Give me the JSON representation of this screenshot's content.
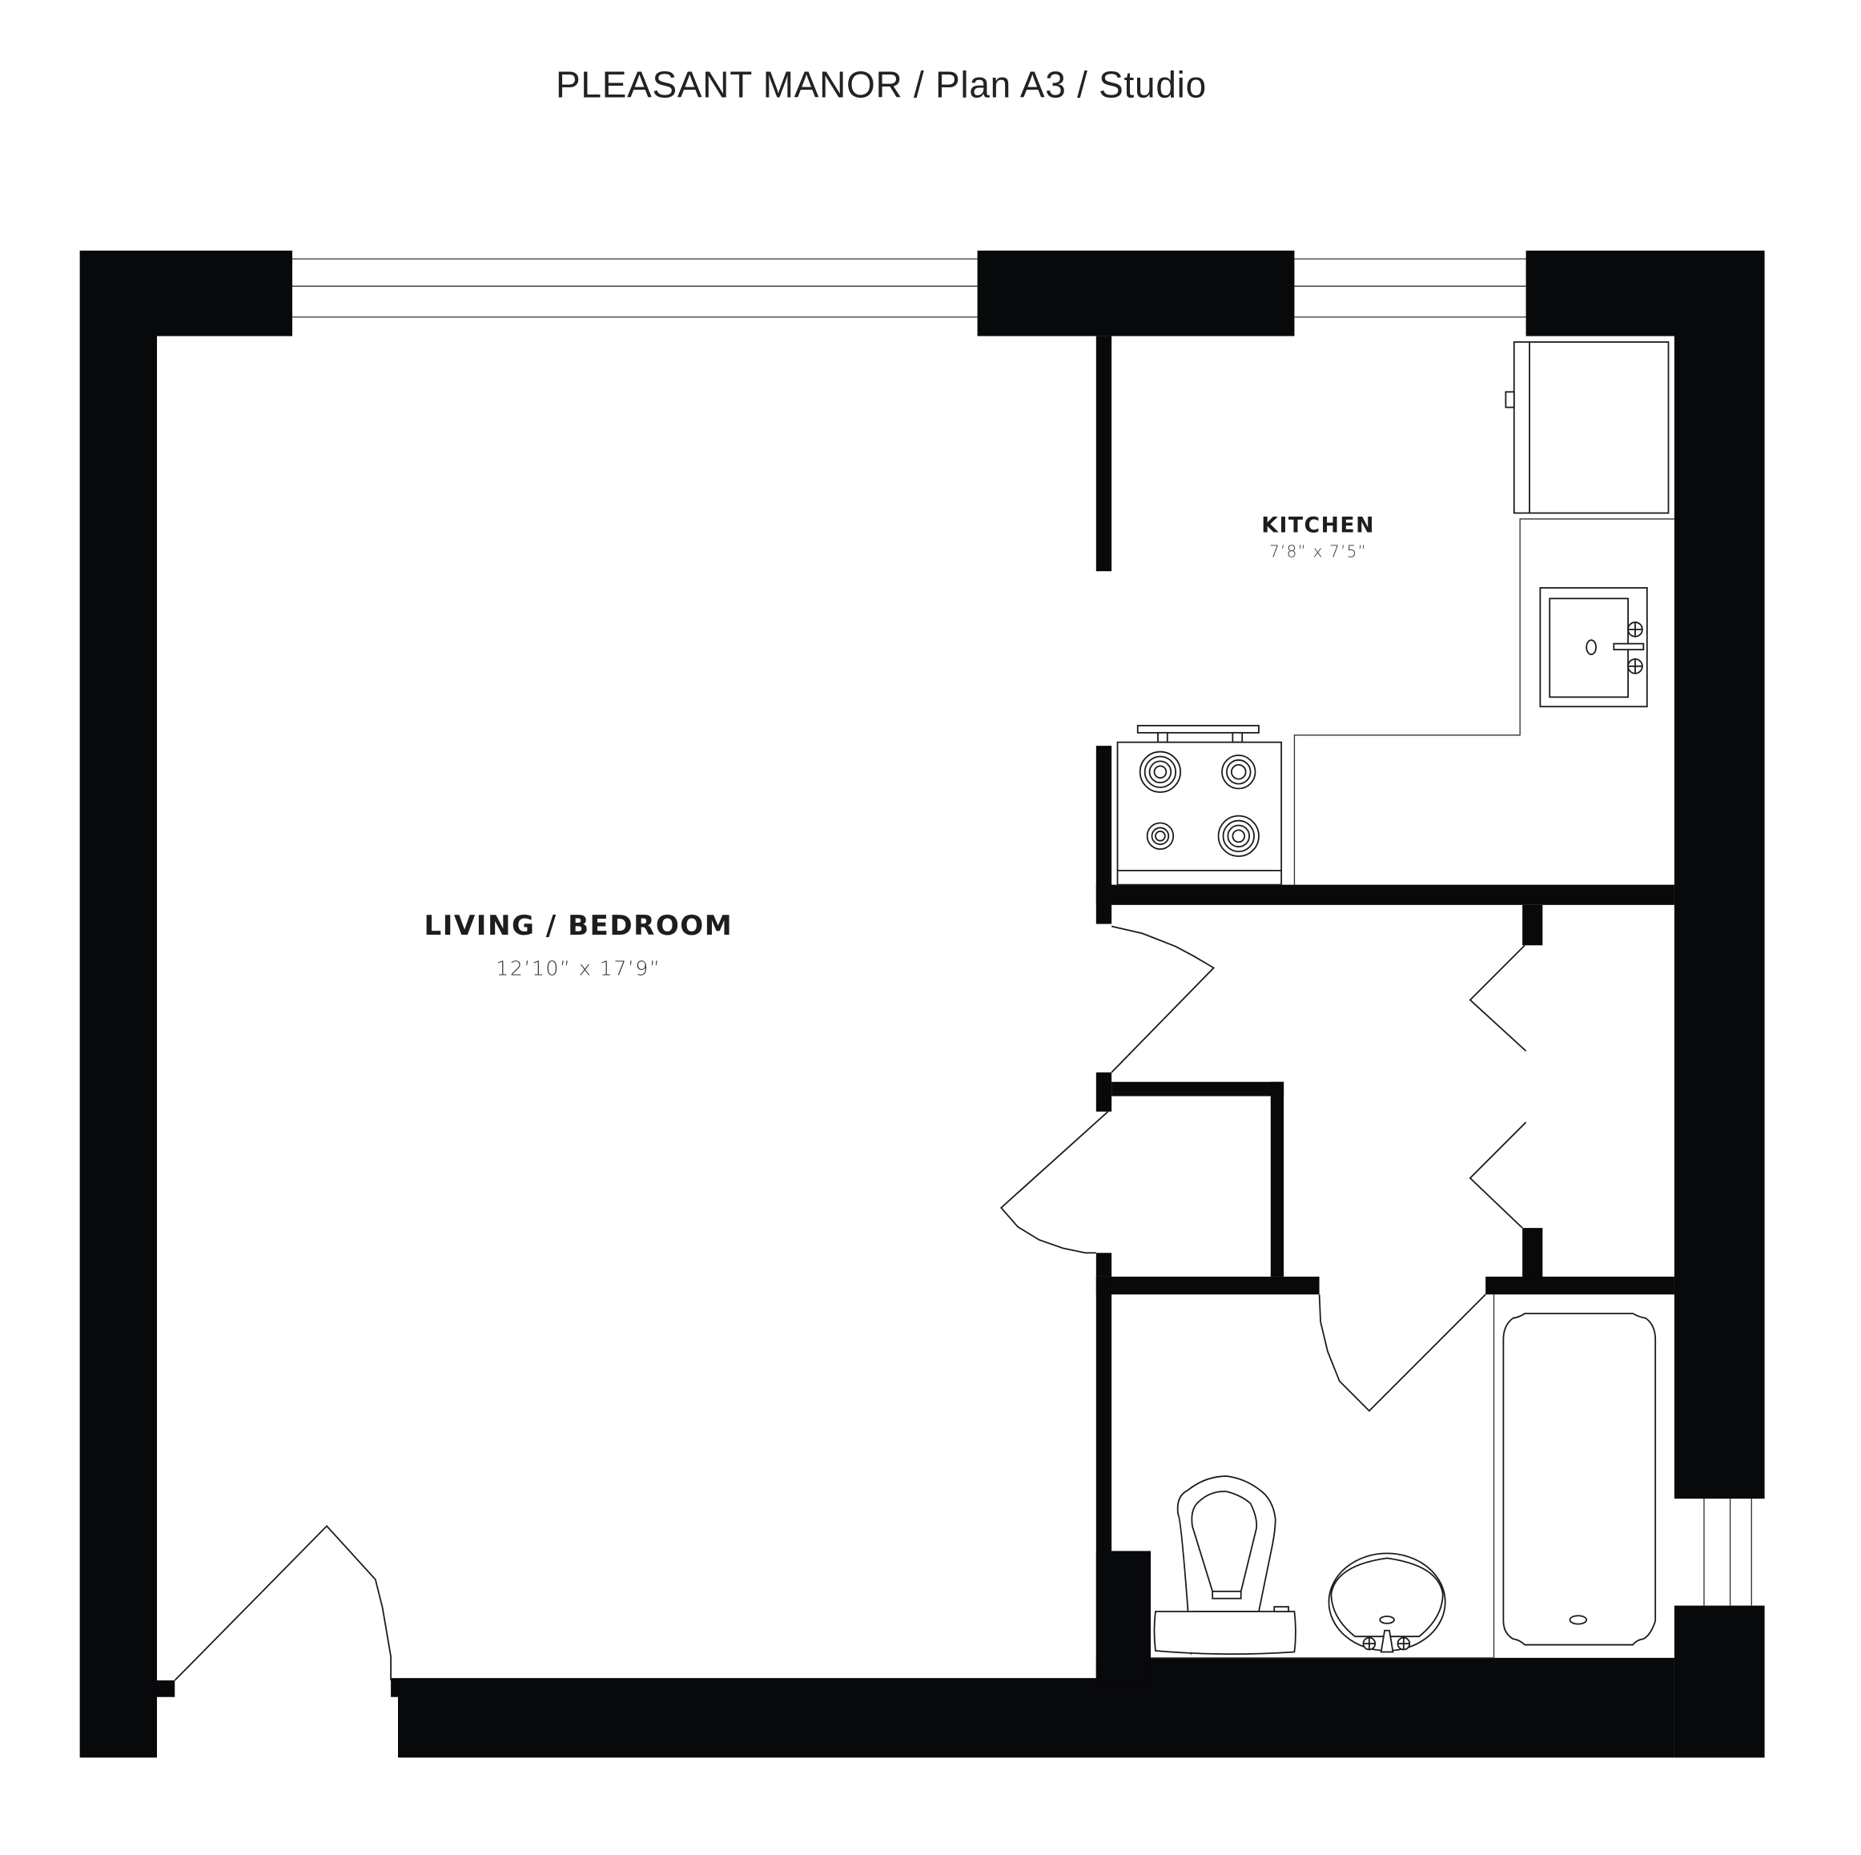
{
  "header": {
    "title": "PLEASANT MANOR / Plan A3 / Studio",
    "property_name": "PLEASANT MANOR",
    "plan": "Plan A3",
    "unit_type": "Studio"
  },
  "rooms": [
    {
      "id": "living-bedroom",
      "name": "LIVING / BEDROOM",
      "dimensions": "12’10” x 17’9”"
    },
    {
      "id": "kitchen",
      "name": "KITCHEN",
      "dimensions": "7’8” x 7’5”"
    }
  ],
  "fixtures": [
    {
      "room": "kitchen",
      "type": "refrigerator-icon"
    },
    {
      "room": "kitchen",
      "type": "kitchen-sink-icon"
    },
    {
      "room": "kitchen",
      "type": "stove-icon",
      "burners": 4
    },
    {
      "room": "bathroom",
      "type": "toilet-icon"
    },
    {
      "room": "bathroom",
      "type": "bathroom-sink-icon"
    },
    {
      "room": "bathroom",
      "type": "bathtub-icon"
    }
  ],
  "colors": {
    "wall": "#08090b",
    "background": "#ffffff",
    "line": "#1a1a1a"
  }
}
